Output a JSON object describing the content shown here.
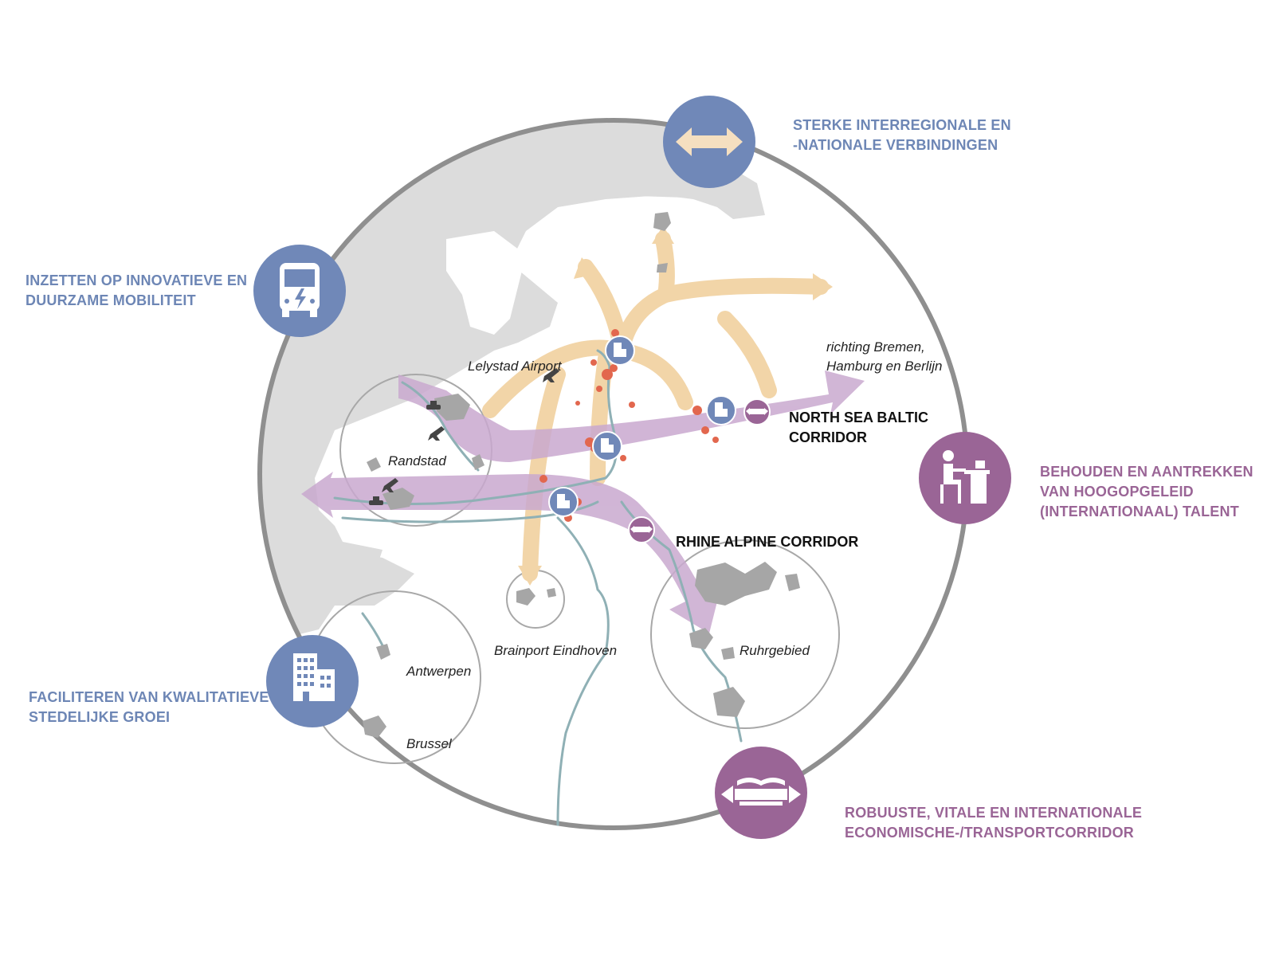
{
  "colors": {
    "blue_theme": "#7088b8",
    "purple_theme": "#9a6596",
    "purple_corridor": "#c9a9cf",
    "orange_flow": "#f2d5a8",
    "land_grey": "#dcdcdc",
    "city_grey": "#a6a6a6",
    "river": "#8fb0b5",
    "urban_red": "#e2674e",
    "ring": "#8f8f8f"
  },
  "themes": [
    {
      "id": "connections",
      "icon": "double-arrow-icon",
      "lines": [
        "STERKE INTERREGIONALE EN",
        "-NATIONALE VERBINDINGEN"
      ]
    },
    {
      "id": "mobility",
      "icon": "electric-bus-icon",
      "lines": [
        "INZETTEN OP INNOVATIEVE EN",
        "DUURZAME MOBILITEIT"
      ]
    },
    {
      "id": "talent",
      "icon": "person-at-desk-icon",
      "lines": [
        "BEHOUDEN EN AANTREKKEN",
        "VAN HOOGOPGELEID",
        "(INTERNATIONAAL) TALENT"
      ]
    },
    {
      "id": "urban",
      "icon": "buildings-icon",
      "lines": [
        "FACILITEREN VAN KWALITATIEVE",
        "STEDELIJKE GROEI"
      ]
    },
    {
      "id": "corridor",
      "icon": "cargo-ship-icon",
      "lines": [
        "ROBUUSTE, VITALE EN INTERNATIONALE",
        "ECONOMISCHE-/TRANSPORTCORRIDOR"
      ]
    }
  ],
  "places": {
    "lelystad": "Lelystad Airport",
    "randstad": "Randstad",
    "eindhoven": "Brainport Eindhoven",
    "ruhr": "Ruhrgebied",
    "antwerpen": "Antwerpen",
    "brussel": "Brussel",
    "richting_line1": "richting Bremen,",
    "richting_line2": "Hamburg en Berlijn"
  },
  "corridors": {
    "nsb_line1": "NORTH SEA BALTIC",
    "nsb_line2": "CORRIDOR",
    "rac": "RHINE ALPINE CORRIDOR"
  }
}
